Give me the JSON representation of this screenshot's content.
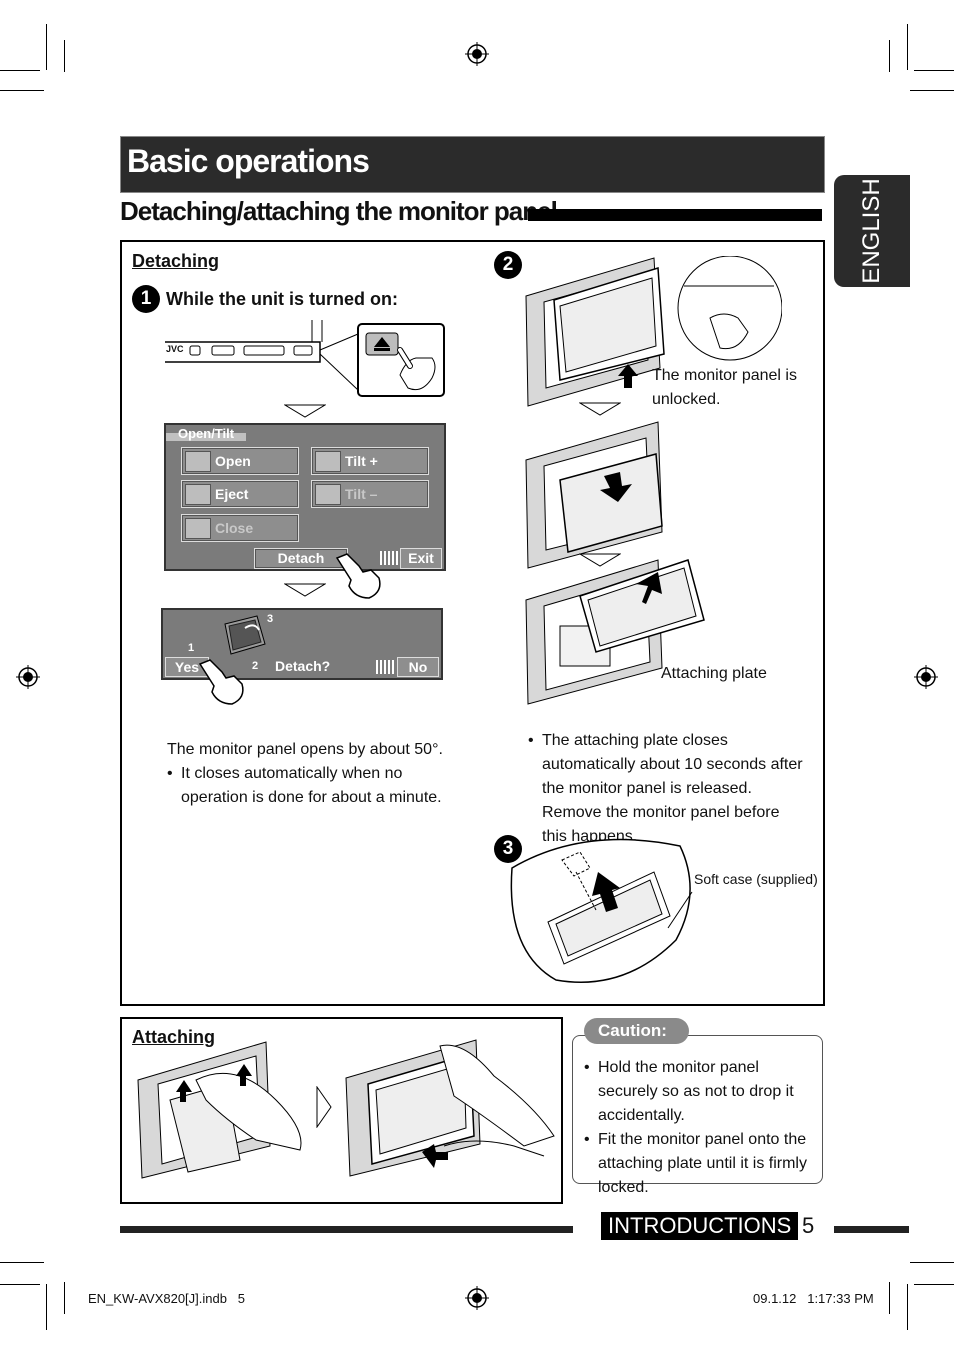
{
  "header": {
    "title": "Basic operations",
    "subtitle": "Detaching/attaching the monitor panel",
    "side_tab": "ENGLISH"
  },
  "detaching": {
    "heading": "Detaching",
    "step1": {
      "number": "1",
      "label": "While the unit is turned on:",
      "brand": "JVC"
    },
    "menu": {
      "title": "Open/Tilt",
      "buttons": [
        {
          "label": "Open",
          "enabled": true
        },
        {
          "label": "Tilt +",
          "enabled": true
        },
        {
          "label": "Eject",
          "enabled": true
        },
        {
          "label": "Tilt –",
          "enabled": false
        },
        {
          "label": "Close",
          "enabled": false
        }
      ],
      "detach_label": "Detach",
      "exit_label": "Exit"
    },
    "confirm": {
      "yes_label": "Yes",
      "question": "Detach?",
      "no_label": "No",
      "callouts": [
        "1",
        "2",
        "3"
      ]
    },
    "note_main": "The monitor panel opens by about 50°.",
    "notes": [
      "It closes automatically when no operation is done for about a minute."
    ]
  },
  "step2": {
    "number": "2",
    "label_unlocked": "The monitor panel is unlocked.",
    "label_plate": "Attaching plate",
    "notes": [
      "The attaching plate closes automatically about 10 seconds after the monitor panel is released. Remove the monitor panel before this happens."
    ]
  },
  "step3": {
    "number": "3",
    "soft_case": "Soft case (supplied)"
  },
  "attaching": {
    "heading": "Attaching"
  },
  "caution": {
    "title": "Caution:",
    "items": [
      "Hold the monitor panel securely so as not to drop it accidentally.",
      "Fit the monitor panel onto the attaching plate until it is firmly locked."
    ]
  },
  "footer": {
    "section": "INTRODUCTIONS",
    "page": "5",
    "file": "EN_KW-AVX820[J].indb   5",
    "timestamp": "09.1.12   1:17:33 PM"
  }
}
